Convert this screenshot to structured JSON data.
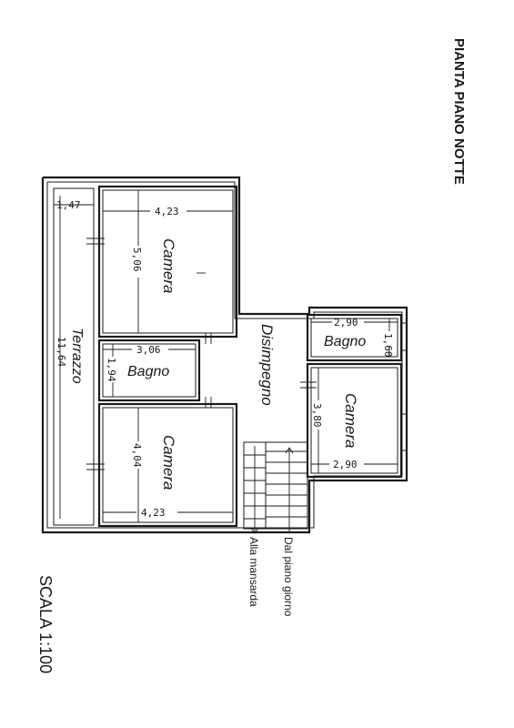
{
  "title": "PIANTA PIANO NOTTE",
  "scale": "SCALA 1:100",
  "rooms": {
    "terrazzo": {
      "label": "Terrazzo",
      "length": "11,64",
      "width": "1,47"
    },
    "camera_top": {
      "label": "Camera",
      "width": "4,23",
      "length": "5,06"
    },
    "bagno_left": {
      "label": "Bagno",
      "width": "3,06",
      "length": "1,94"
    },
    "camera_bottom": {
      "label": "Camera",
      "width": "4,23",
      "length": "4,04"
    },
    "disimpegno": {
      "label": "Disimpegno"
    },
    "bagno_right": {
      "label": "Bagno",
      "width": "2,90",
      "length": "1,60"
    },
    "camera_right": {
      "label": "Camera",
      "width": "2,90",
      "length": "3,80"
    }
  },
  "stairs": {
    "down_label": "Dal piano giorno",
    "up_label": "Alla mansarda"
  }
}
